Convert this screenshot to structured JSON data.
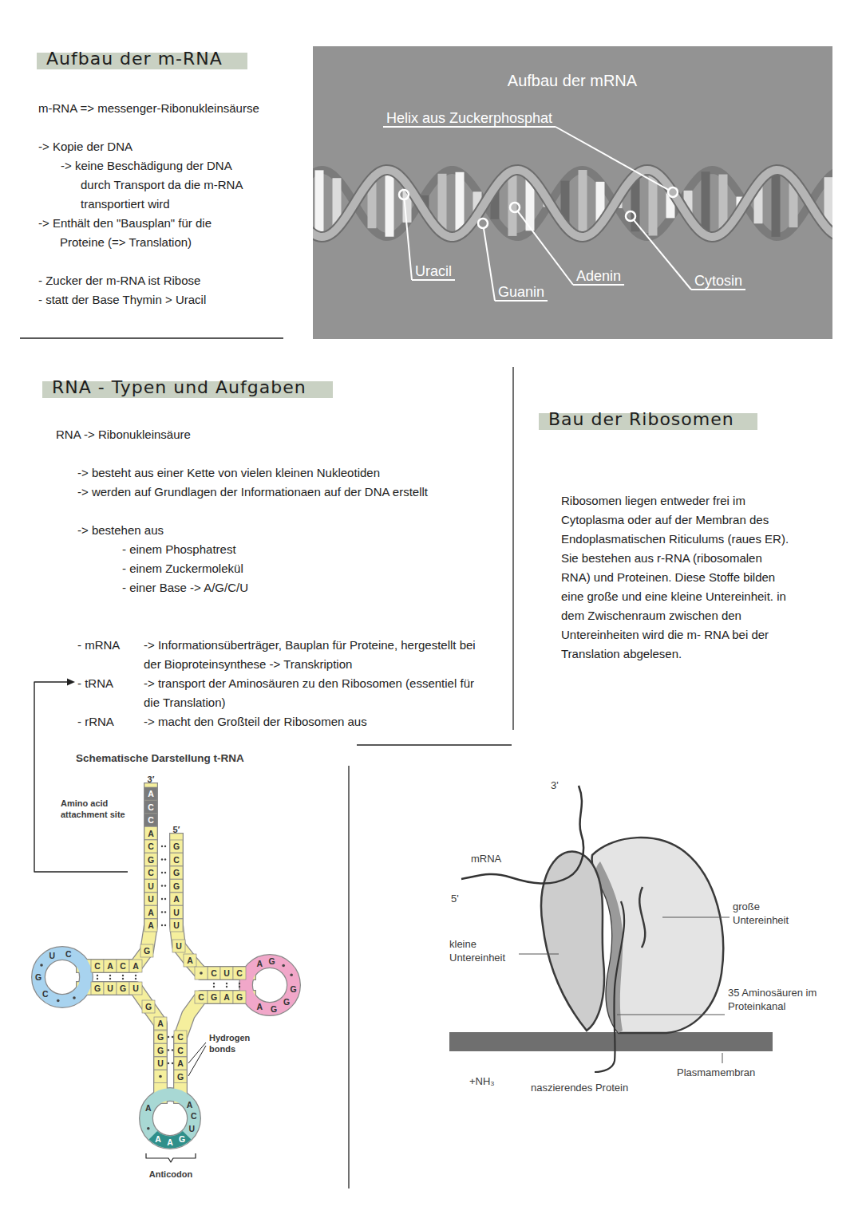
{
  "diagram": {
    "nodes": [
      {
        "text": [
          "Aufbau der m-RNA"
        ]
      },
      {
        "text": [
          "Aufbau der mRNA",
          "Helix aus Zuckerphosphat",
          "Uracil",
          "Guanin",
          "Adenin",
          "Cytosin"
        ]
      },
      {
        "text": [
          "RNA - Typen und Aufgaben"
        ]
      },
      {
        "text": [
          "Bau der Ribosomen"
        ]
      }
    ],
    "labels": [
      "m-RNA => messenger-Ribonukleinsäurse",
      "-> Kopie der DNA",
      "-> keine Beschädigung der DNA durch Transport da die m-RNA transportiert wird",
      "-> Enthält den \"Bausplan\" für die Proteine (=> Translation)",
      "- Zucker der m-RNA ist Ribose",
      "- statt der Base Thymin > Uracil",
      "RNA -> Ribonukleinsäure",
      "-> besteht aus einer Kette von vielen kleinen Nukleotiden",
      "-> werden auf Grundlagen der Informationaen auf der DNA erstellt",
      "-> bestehen aus",
      "- einem Phosphatrest",
      "- einem Zuckermolekül",
      "- einer Base -> A/G/C/U",
      "- mRNA",
      "-> Informationsüberträger, Bauplan für Proteine, hergestellt bei der Bioproteinsynthese -> Transkription",
      "- tRNA",
      "-> transport der Aminosäuren zu den Ribosomen (essentiel für die Translation)",
      "- rRNA",
      "-> macht den Großteil der Ribosomen aus",
      "Ribosomen liegen entweder frei im Cytoplasma oder auf der Membran des Endoplasmatischen Riticulums (raues ER). Sie bestehen aus r-RNA (ribosomalen RNA) und Proteinen. Diese Stoffe bilden eine große und eine kleine Untereinheit. in dem Zwischenraum zwischen den Untereinheiten wird die m- RNA bei der Translation abgelesen.",
      "Schematische Darstellung t-RNA",
      "3′",
      "Amino acid attachment site",
      "5′",
      "Hydrogen bonds",
      "Anticodon",
      "3'",
      "mRNA",
      "5'",
      "kleine Untereinheit",
      "große Untereinheit",
      "35 Aminosäuren im Proteinkanal",
      "Plasmamembran",
      "+NH₃",
      "naszierendes Protein",
      "A",
      "C",
      "C",
      "A",
      "C",
      "G",
      "C",
      "U",
      "U",
      "A",
      "A",
      "G",
      "C",
      "G",
      "G",
      "A",
      "U",
      "U",
      "G",
      "C",
      "A",
      "C",
      "A",
      "U",
      "C",
      "G",
      "C",
      "G",
      "U",
      "G",
      "U",
      "G",
      "A",
      "G",
      "G",
      "U",
      "C",
      "C",
      "A",
      "G",
      "A",
      "A",
      "A",
      "G",
      "U",
      "C",
      "A",
      "U",
      "A",
      "C",
      "U",
      "C",
      "C",
      "G",
      "A",
      "G",
      "A",
      "G",
      "G",
      "G",
      "G",
      "A"
    ]
  }
}
